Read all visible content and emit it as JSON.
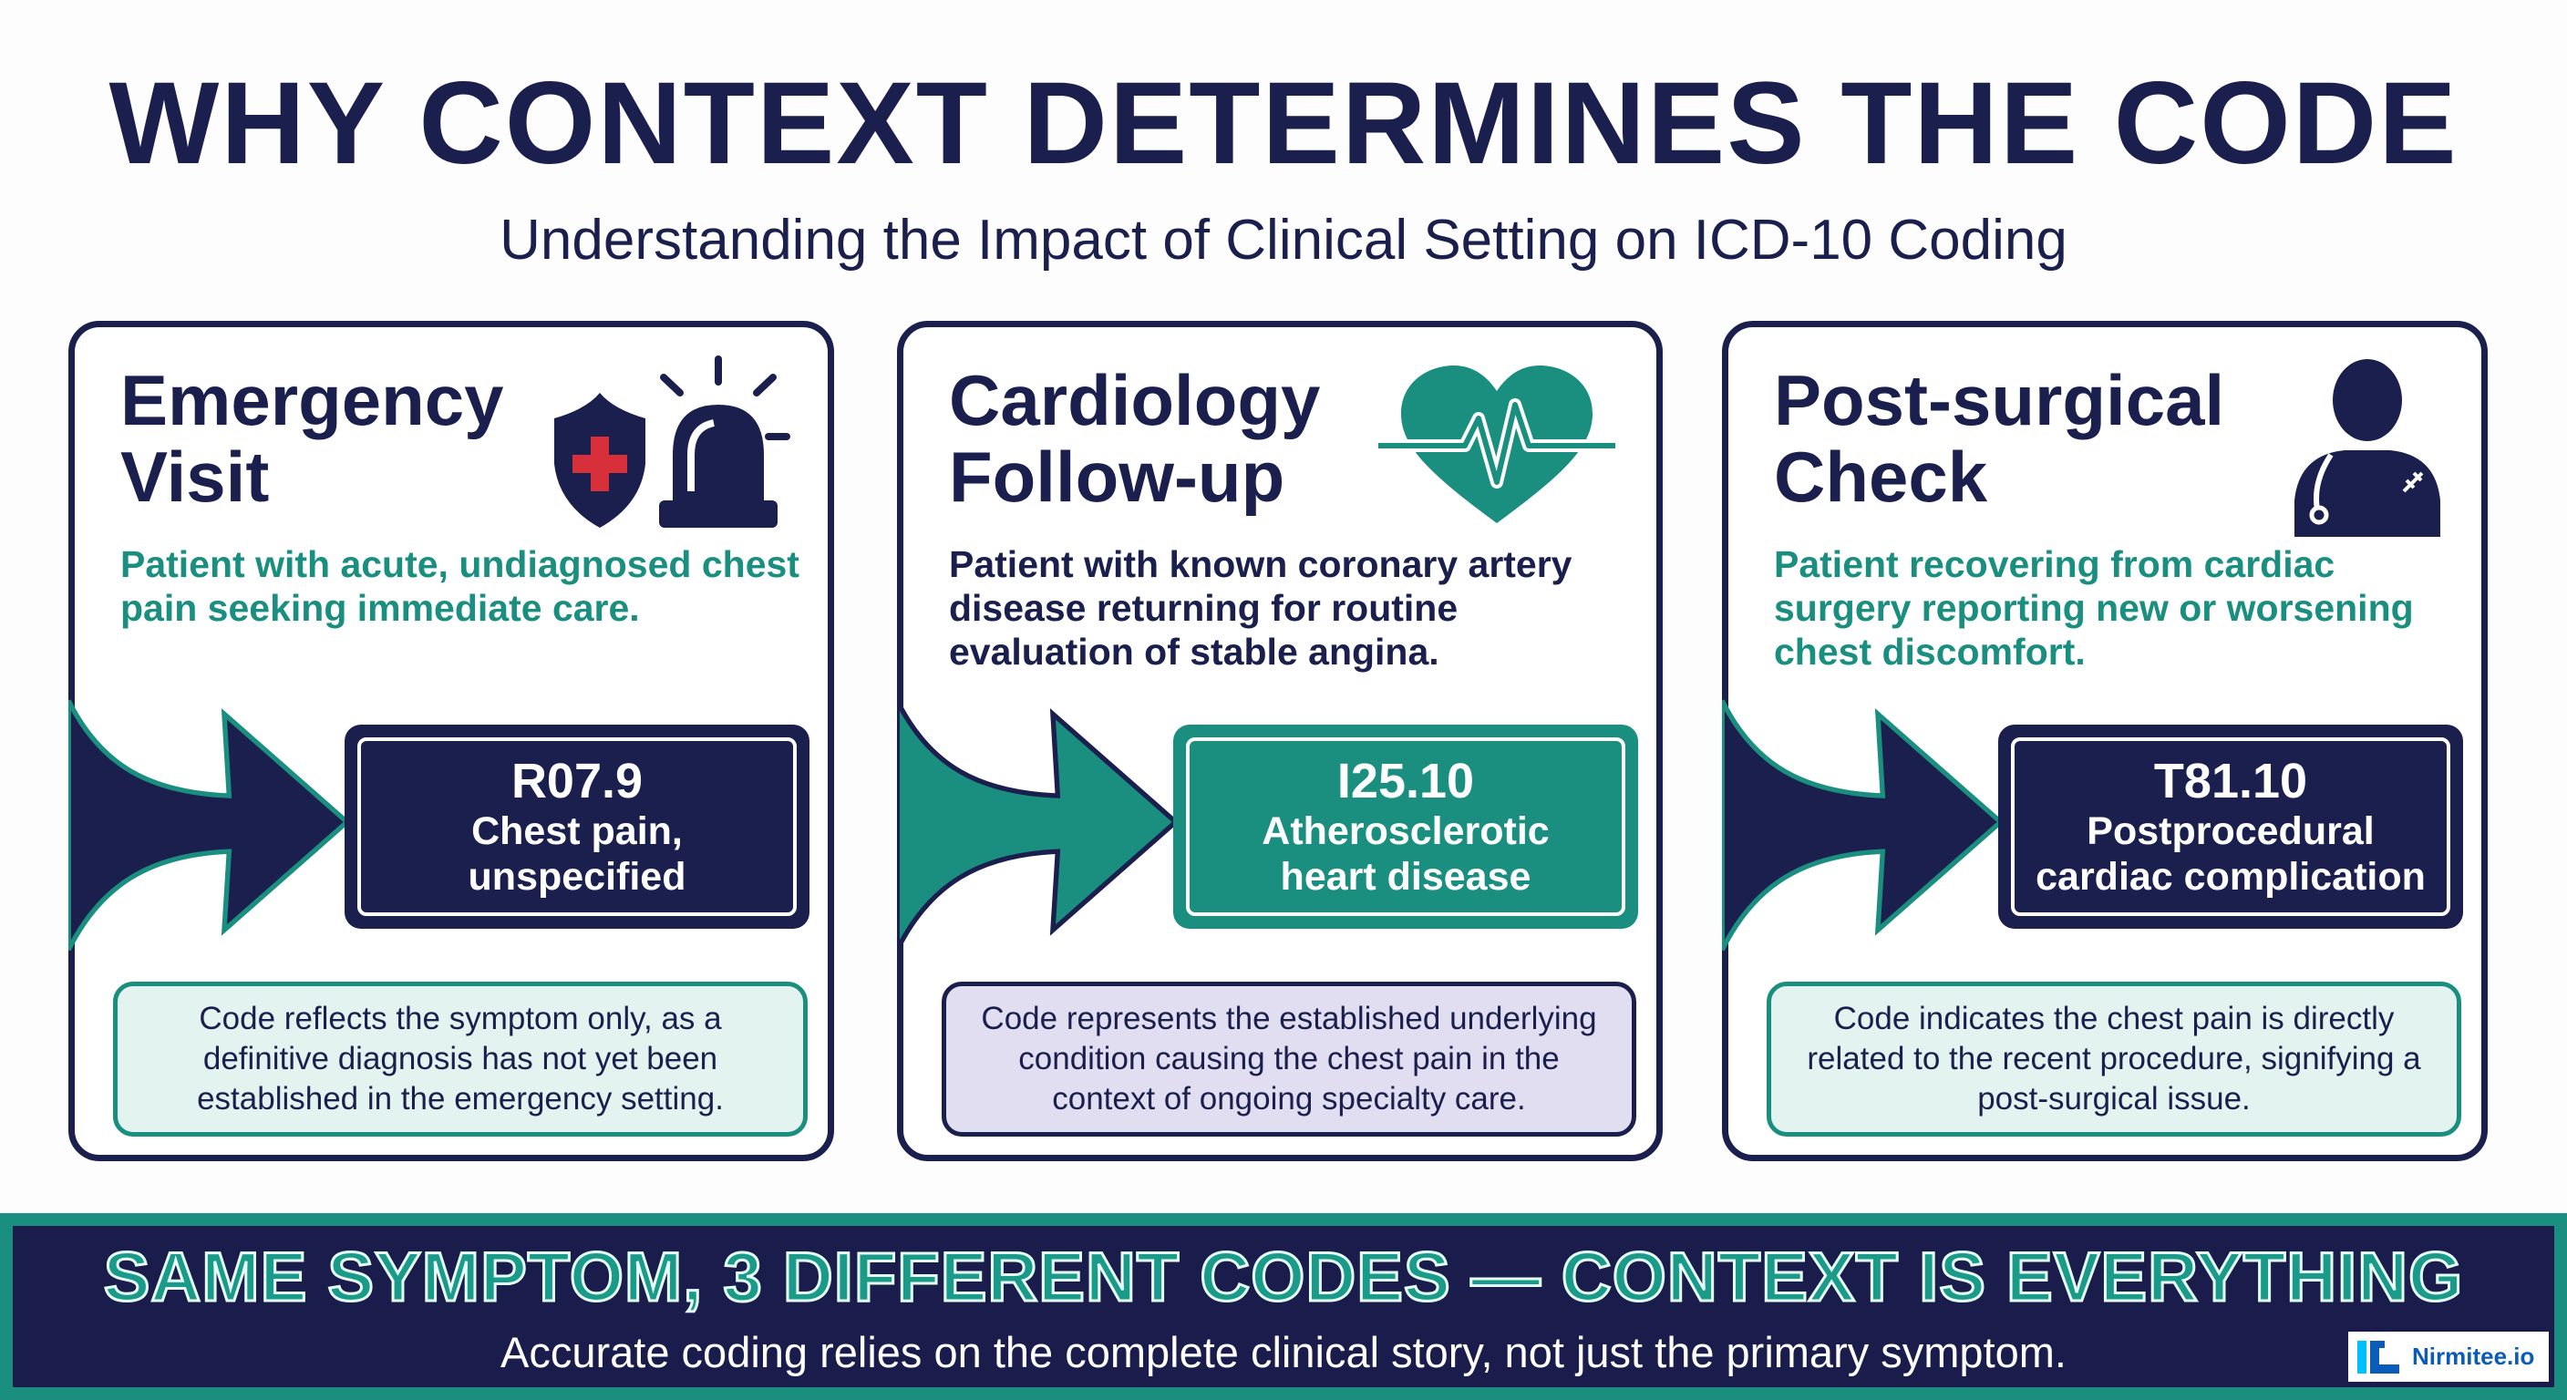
{
  "header": {
    "title": "WHY CONTEXT DETERMINES THE CODE",
    "subtitle": "Understanding the Impact of Clinical Setting on ICD-10 Coding"
  },
  "colors": {
    "navy": "#1b1f4e",
    "teal": "#1a8f7f",
    "red": "#d8303a",
    "note_teal_bg": "#e3f3ef",
    "note_lavender_bg": "#e0def0"
  },
  "cards": [
    {
      "title_line1": "Emergency",
      "title_line2": "Visit",
      "icon": "shield-cross-and-siren-icon",
      "description": "Patient with acute, undiagnosed chest pain seeking immediate care.",
      "code": "R07.9",
      "code_name_line1": "Chest pain,",
      "code_name_line2": "unspecified",
      "note": "Code reflects the symptom only, as a definitive diagnosis has not yet been established in the emergency setting."
    },
    {
      "title_line1": "Cardiology",
      "title_line2": "Follow-up",
      "icon": "heart-pulse-icon",
      "description": "Patient with known coronary artery disease returning for routine evaluation of stable angina.",
      "code": "I25.10",
      "code_name_line1": "Atherosclerotic",
      "code_name_line2": "heart disease",
      "note": "Code represents the established underlying condition causing the chest pain in the context of ongoing specialty care."
    },
    {
      "title_line1": "Post-surgical",
      "title_line2": "Check",
      "icon": "doctor-stethoscope-icon",
      "description": "Patient recovering from cardiac surgery reporting new or worsening chest discomfort.",
      "code": "T81.10",
      "code_name_line1": "Postprocedural",
      "code_name_line2": "cardiac complication",
      "note": "Code indicates the chest pain is directly related to the recent procedure, signifying a post-surgical issue."
    }
  ],
  "banner": {
    "headline": "SAME SYMPTOM, 3 DIFFERENT CODES — CONTEXT IS EVERYTHING",
    "subline": "Accurate coding relies on the complete clinical story, not just the primary symptom."
  },
  "logo": {
    "text": "Nirmitee.io"
  }
}
